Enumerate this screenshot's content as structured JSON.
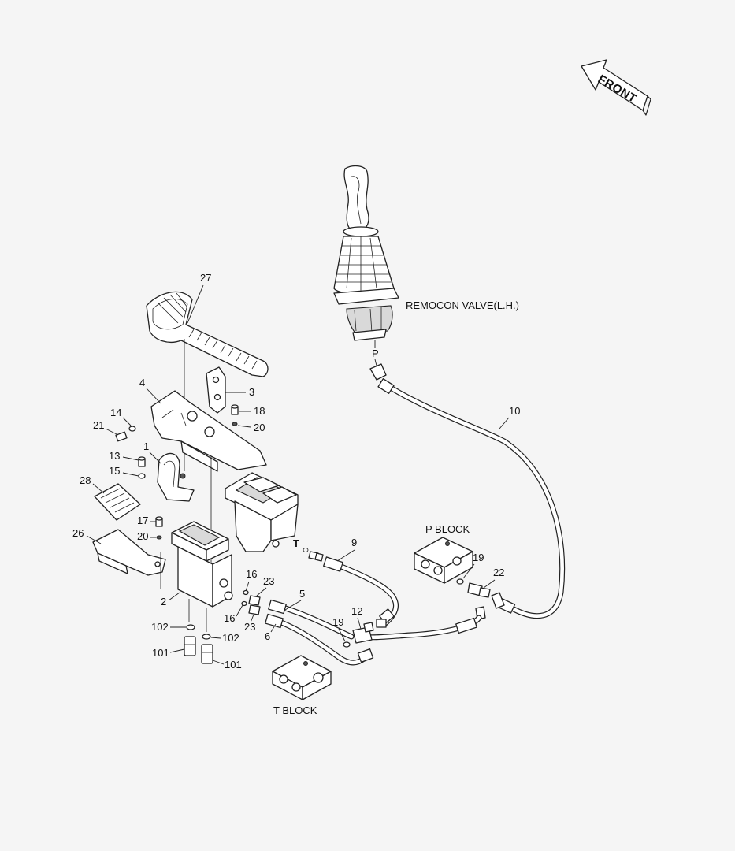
{
  "front_arrow": {
    "label": "FRONT"
  },
  "assemblies": {
    "remocon_valve": "REMOCON VALVE(L.H.)",
    "p_block": "P BLOCK",
    "t_block": "T BLOCK",
    "port_p": "P",
    "port_t": "T"
  },
  "callouts": {
    "c27": "27",
    "c4": "4",
    "c3": "3",
    "c18": "18",
    "c20a": "20",
    "c14": "14",
    "c21": "21",
    "c1": "1",
    "c13": "13",
    "c15": "15",
    "c28": "28",
    "c17": "17",
    "c20b": "20",
    "c26": "26",
    "c2": "2",
    "c16a": "16",
    "c16b": "16",
    "c23a": "23",
    "c23b": "23",
    "c5": "5",
    "c6": "6",
    "c102a": "102",
    "c102b": "102",
    "c101a": "101",
    "c101b": "101",
    "c9": "9",
    "c10": "10",
    "c19a": "19",
    "c12": "12",
    "c19b": "19",
    "c22": "22"
  }
}
